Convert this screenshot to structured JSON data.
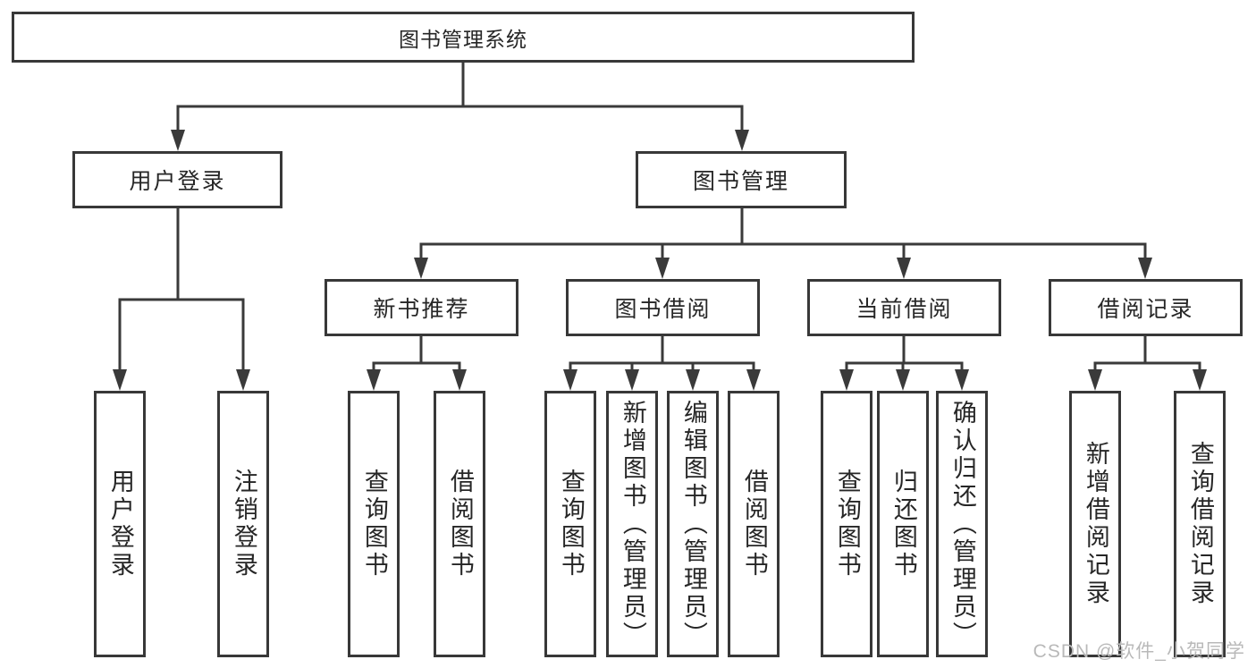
{
  "diagram": {
    "root": {
      "label": "图书管理系统"
    },
    "branches": [
      {
        "label": "用户登录",
        "children": [
          {
            "label": "用户登录"
          },
          {
            "label": "注销登录"
          }
        ]
      },
      {
        "label": "图书管理",
        "children": [
          {
            "label": "新书推荐",
            "children": [
              {
                "label": "查询图书"
              },
              {
                "label": "借阅图书"
              }
            ]
          },
          {
            "label": "图书借阅",
            "children": [
              {
                "label": "查询图书"
              },
              {
                "label": "新增图书（管理员）"
              },
              {
                "label": "编辑图书（管理员）"
              },
              {
                "label": "借阅图书"
              }
            ]
          },
          {
            "label": "当前借阅",
            "children": [
              {
                "label": "查询图书"
              },
              {
                "label": "归还图书"
              },
              {
                "label": "确认归还（管理员）"
              }
            ]
          },
          {
            "label": "借阅记录",
            "children": [
              {
                "label": "新增借阅记录"
              },
              {
                "label": "查询借阅记录"
              }
            ]
          }
        ]
      }
    ]
  },
  "watermark": {
    "text": "CSDN @软件_小贺同学"
  },
  "colors": {
    "line": "#3a3a3a",
    "box_border": "#383838",
    "text": "#262626",
    "watermark": "#b9b9b9",
    "background": "#ffffff"
  }
}
